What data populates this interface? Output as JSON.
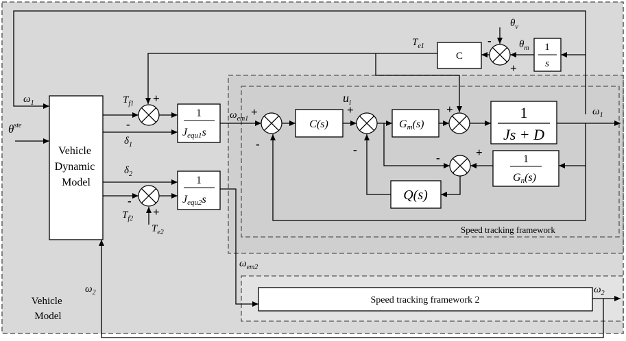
{
  "regions": {
    "vehicle_model": "Vehicle\nModel",
    "speed_tracking": "Speed tracking framework",
    "speed_tracking_2": "Speed tracking framework 2"
  },
  "blocks": {
    "vehicle_dynamic_model": "Vehicle\nDynamic\nModel",
    "c_block": "C",
    "integrator_num": "1",
    "integrator_den": "s",
    "jequ1_num": "1",
    "jequ1_den": "J",
    "jequ1_sub": "equ1",
    "jequ1_s": "s",
    "jequ2_num": "1",
    "jequ2_den": "J",
    "jequ2_sub": "equ2",
    "jequ2_s": "s",
    "cs": "C(s)",
    "gm": "G",
    "gm_sub": "m",
    "gm_arg": "(s)",
    "plant_num": "1",
    "plant_den": "Js + D",
    "gn_num": "1",
    "gn": "G",
    "gn_sub": "n",
    "gn_arg": "(s)",
    "qs": "Q(s)"
  },
  "signals": {
    "omega1_in": {
      "base": "ω",
      "sub": "1"
    },
    "theta_ste": {
      "base": "θ",
      "sup": "ste"
    },
    "tf1": {
      "base": "T",
      "sub": "f1"
    },
    "delta1": {
      "base": "δ",
      "sub": "1"
    },
    "delta2": {
      "base": "δ",
      "sub": "2"
    },
    "tf2": {
      "base": "T",
      "sub": "f2"
    },
    "te2": {
      "base": "T",
      "sub": "e2"
    },
    "te1": {
      "base": "T",
      "sub": "e1"
    },
    "theta_v": {
      "base": "θ",
      "sub": "v"
    },
    "theta_m": {
      "base": "θ",
      "sub": "m"
    },
    "omega_em1": {
      "base": "ω",
      "sub": "em1"
    },
    "ui": {
      "base": "u",
      "sub": "i"
    },
    "omega1_out": {
      "base": "ω",
      "sub": "1"
    },
    "omega_em2": {
      "base": "ω",
      "sub": "em2"
    },
    "omega2_left": {
      "base": "ω",
      "sub": "2"
    },
    "omega2_out": {
      "base": "ω",
      "sub": "2"
    }
  },
  "signs": {
    "plus": "+",
    "minus": "-"
  }
}
